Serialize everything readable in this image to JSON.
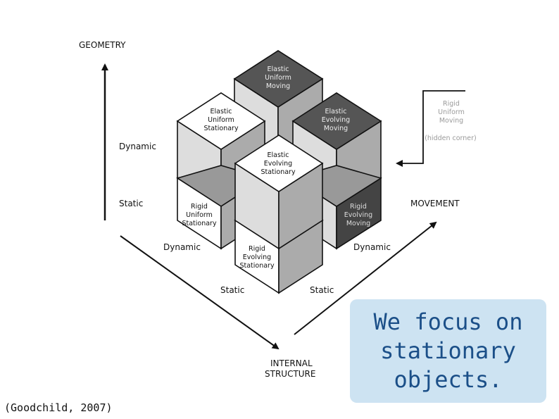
{
  "axes": {
    "geometry": "GEOMETRY",
    "movement": "MOVEMENT",
    "internal_structure_line1": "INTERNAL",
    "internal_structure_line2": "STRUCTURE"
  },
  "scale_labels": {
    "geometry_dynamic": "Dynamic",
    "geometry_static": "Static",
    "structure_dynamic": "Dynamic",
    "structure_static": "Static",
    "movement_dynamic": "Dynamic",
    "movement_static": "Static"
  },
  "cubes": {
    "elastic_uniform_moving": [
      "Elastic",
      "Uniform",
      "Moving"
    ],
    "elastic_uniform_stationary": [
      "Elastic",
      "Uniform",
      "Stationary"
    ],
    "elastic_evolving_moving": [
      "Elastic",
      "Evolving",
      "Moving"
    ],
    "elastic_evolving_stationary": [
      "Elastic",
      "Evolving",
      "Stationary"
    ],
    "rigid_uniform_stationary": [
      "Rigid",
      "Uniform",
      "Stationary"
    ],
    "rigid_evolving_moving": [
      "Rigid",
      "Evolving",
      "Moving"
    ],
    "rigid_evolving_stationary": [
      "Rigid",
      "Evolving",
      "Stationary"
    ]
  },
  "hidden": {
    "labels": [
      "Rigid",
      "Uniform",
      "Moving"
    ],
    "note": "(hidden corner)"
  },
  "citation": "(Goodchild, 2007)",
  "callout": "We focus on stationary objects.",
  "colors": {
    "dark_top": "#555555",
    "light_top": "#ffffff",
    "left_face": "#dddddd",
    "right_face": "#ababab",
    "dark_right_face": "#444444",
    "callout_bg": "#cde3f2",
    "callout_text": "#1b4f88"
  }
}
